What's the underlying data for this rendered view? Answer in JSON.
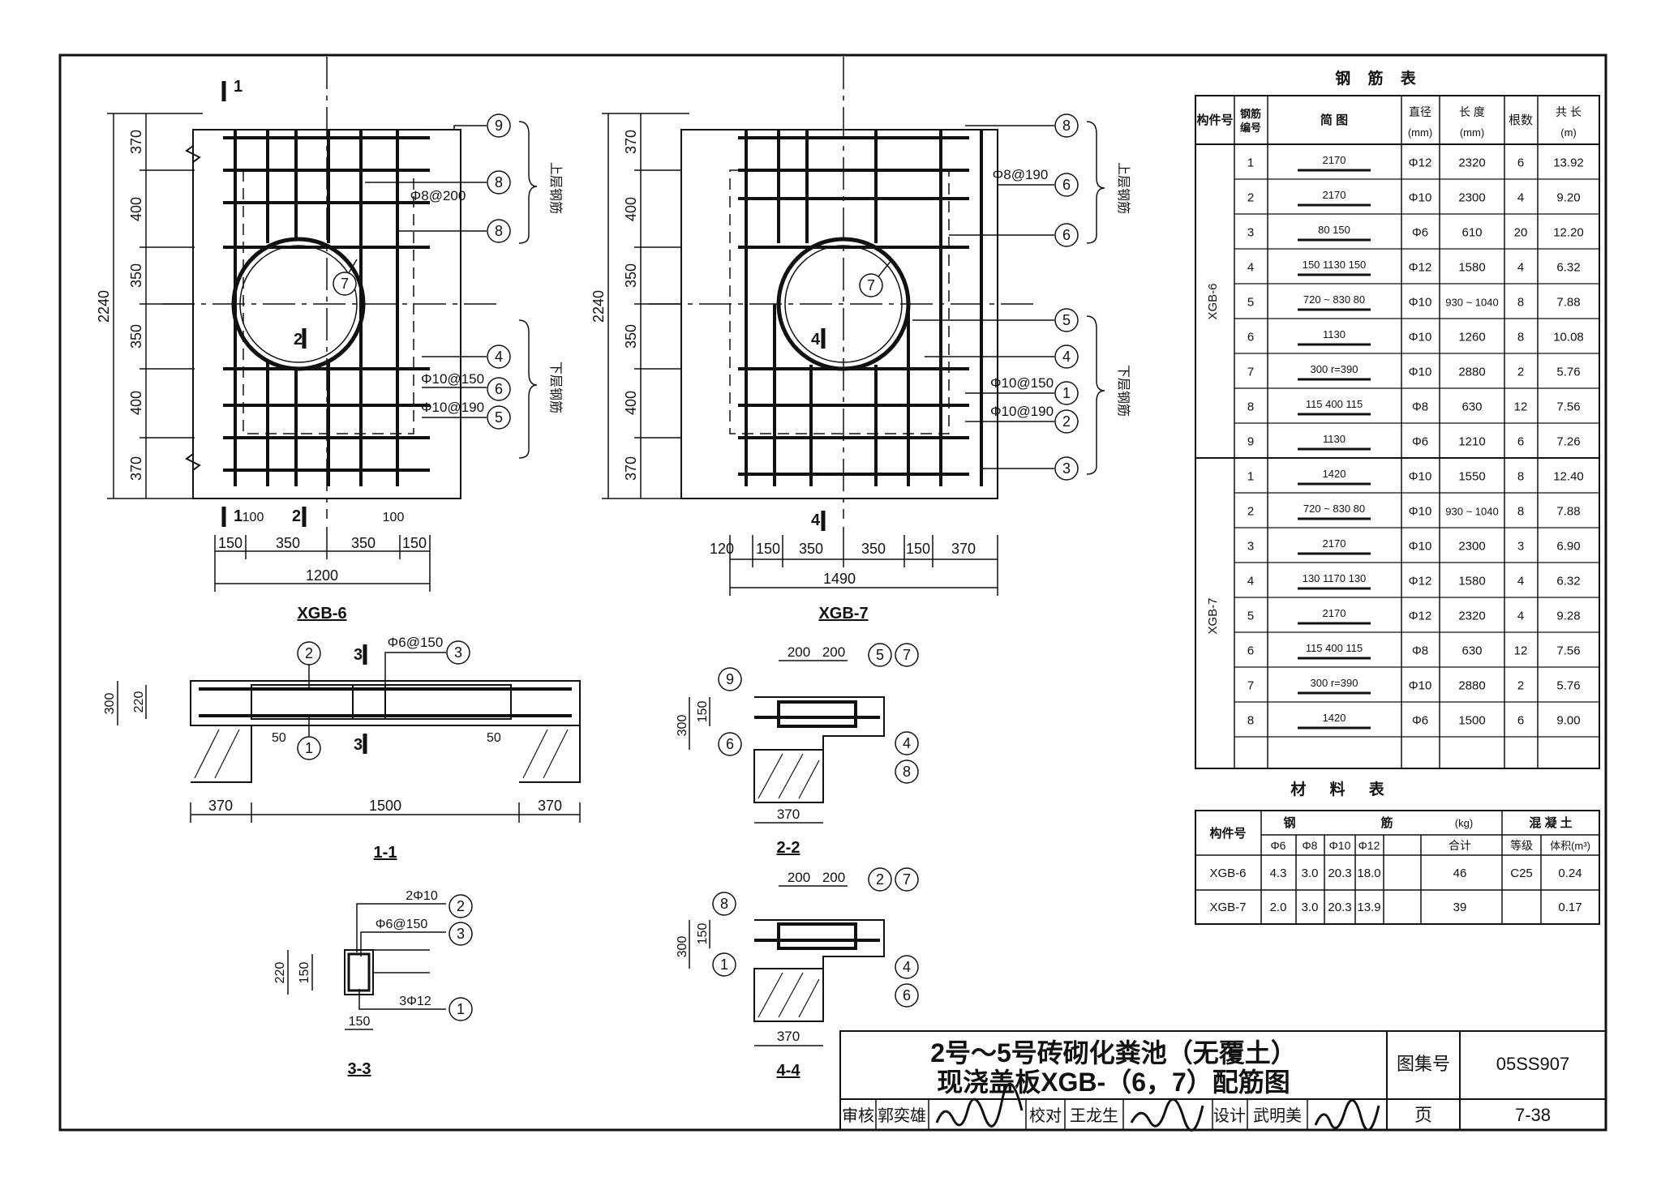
{
  "plan_xgb6": {
    "title": "XGB-6",
    "dims_left": [
      "370",
      "400",
      "350",
      "350",
      "400",
      "370"
    ],
    "total_height": "2240",
    "dims_bottom": [
      "150",
      "350",
      "350",
      "150"
    ],
    "dims_bottom_extra": [
      "100",
      "100"
    ],
    "total_width": "1200",
    "callouts": [
      "9",
      "8",
      "8",
      "7",
      "4",
      "6",
      "5"
    ],
    "spec_upper": "Φ8@200",
    "spec_lower1": "Φ10@150",
    "spec_lower2": "Φ10@190",
    "upper_label": "上层钢筋",
    "lower_label": "下层钢筋",
    "sec_marks": [
      "1",
      "1",
      "2",
      "2"
    ]
  },
  "plan_xgb7": {
    "title": "XGB-7",
    "dims_left": [
      "370",
      "400",
      "350",
      "350",
      "400",
      "370"
    ],
    "total_height": "2240",
    "dims_bottom": [
      "120",
      "150",
      "350",
      "350",
      "150",
      "370"
    ],
    "total_width": "1490",
    "callouts": [
      "8",
      "6",
      "6",
      "7",
      "5",
      "4",
      "1",
      "2",
      "3"
    ],
    "spec_upper": "Φ8@190",
    "spec_lower1": "Φ10@150",
    "spec_lower2": "Φ10@190",
    "upper_label": "上层钢筋",
    "lower_label": "下层钢筋",
    "sec_marks": [
      "4",
      "4"
    ]
  },
  "section_1_1": {
    "title": "1-1",
    "dims": [
      "300",
      "220",
      "50",
      "50"
    ],
    "bottom_dims": [
      "370",
      "1500",
      "370"
    ],
    "callouts": [
      "2",
      "1",
      "3"
    ],
    "spec": "Φ6@150",
    "mark": "3"
  },
  "section_2_2": {
    "title": "2-2",
    "top_dims": [
      "200",
      "200"
    ],
    "side_dims": [
      "300",
      "150"
    ],
    "bottom_dim": "370",
    "callouts": [
      "9",
      "6",
      "5",
      "7",
      "4",
      "8"
    ]
  },
  "section_3_3": {
    "title": "3-3",
    "top_spec": "2Φ10",
    "stirrup_spec": "Φ6@150",
    "bottom_spec": "3Φ12",
    "side_dims": [
      "220",
      "150"
    ],
    "bottom_dim": "150",
    "callouts": [
      "2",
      "3",
      "1"
    ]
  },
  "section_4_4": {
    "title": "4-4",
    "top_dims": [
      "200",
      "200"
    ],
    "side_dims": [
      "300",
      "150"
    ],
    "bottom_dim": "370",
    "callouts": [
      "8",
      "1",
      "2",
      "7",
      "4",
      "6"
    ]
  },
  "rebar_table": {
    "title": "钢 筋 表",
    "headers": [
      "构件号",
      "钢筋编号",
      "简 图",
      "直径(mm)",
      "长 度(mm)",
      "根数",
      "共 长(m)"
    ],
    "groups": [
      {
        "member": "XGB-6",
        "rows": [
          {
            "no": "1",
            "shape": "2170",
            "dia": "Φ12",
            "len": "2320",
            "count": "6",
            "total": "13.92"
          },
          {
            "no": "2",
            "shape": "2170",
            "dia": "Φ10",
            "len": "2300",
            "count": "4",
            "total": "9.20"
          },
          {
            "no": "3",
            "shape": "80 150",
            "dia": "Φ6",
            "len": "610",
            "count": "20",
            "total": "12.20"
          },
          {
            "no": "4",
            "shape": "150 1130 150",
            "dia": "Φ12",
            "len": "1580",
            "count": "4",
            "total": "6.32"
          },
          {
            "no": "5",
            "shape": "720 ~ 830 80",
            "dia": "Φ10",
            "len": "930 ~ 1040",
            "count": "8",
            "total": "7.88"
          },
          {
            "no": "6",
            "shape": "1130",
            "dia": "Φ10",
            "len": "1260",
            "count": "8",
            "total": "10.08"
          },
          {
            "no": "7",
            "shape": "300 r=390",
            "dia": "Φ10",
            "len": "2880",
            "count": "2",
            "total": "5.76"
          },
          {
            "no": "8",
            "shape": "115 400 115",
            "dia": "Φ8",
            "len": "630",
            "count": "12",
            "total": "7.56"
          },
          {
            "no": "9",
            "shape": "1130",
            "dia": "Φ6",
            "len": "1210",
            "count": "6",
            "total": "7.26"
          }
        ]
      },
      {
        "member": "XGB-7",
        "rows": [
          {
            "no": "1",
            "shape": "1420",
            "dia": "Φ10",
            "len": "1550",
            "count": "8",
            "total": "12.40"
          },
          {
            "no": "2",
            "shape": "720 ~ 830 80",
            "dia": "Φ10",
            "len": "930 ~ 1040",
            "count": "8",
            "total": "7.88"
          },
          {
            "no": "3",
            "shape": "2170",
            "dia": "Φ10",
            "len": "2300",
            "count": "3",
            "total": "6.90"
          },
          {
            "no": "4",
            "shape": "130 1170 130",
            "dia": "Φ12",
            "len": "1580",
            "count": "4",
            "total": "6.32"
          },
          {
            "no": "5",
            "shape": "2170",
            "dia": "Φ12",
            "len": "2320",
            "count": "4",
            "total": "9.28"
          },
          {
            "no": "6",
            "shape": "115 400 115",
            "dia": "Φ8",
            "len": "630",
            "count": "12",
            "total": "7.56"
          },
          {
            "no": "7",
            "shape": "300 r=390",
            "dia": "Φ10",
            "len": "2880",
            "count": "2",
            "total": "5.76"
          },
          {
            "no": "8",
            "shape": "1420",
            "dia": "Φ6",
            "len": "1500",
            "count": "6",
            "total": "9.00"
          }
        ]
      }
    ]
  },
  "material_table": {
    "title": "材 料 表",
    "headers": [
      "构件号",
      "钢",
      "筋",
      "(kg)",
      "混 凝 土"
    ],
    "subheaders": [
      "Φ6",
      "Φ8",
      "Φ10",
      "Φ12",
      "合计",
      "等级",
      "体积(m³)"
    ],
    "rows": [
      {
        "member": "XGB-6",
        "d6": "4.3",
        "d8": "3.0",
        "d10": "20.3",
        "d12": "18.0",
        "sum": "46",
        "grade": "C25",
        "vol": "0.24"
      },
      {
        "member": "XGB-7",
        "d6": "2.0",
        "d8": "3.0",
        "d10": "20.3",
        "d12": "13.9",
        "sum": "39",
        "grade": "",
        "vol": "0.17"
      }
    ]
  },
  "title_block": {
    "line1": "2号～5号砖砌化粪池（无覆土）",
    "line2": "现浇盖板XGB-（6，7）配筋图",
    "atlas_label": "图集号",
    "atlas_no": "05SS907",
    "page_label": "页",
    "page_no": "7-38",
    "review_label": "审核",
    "reviewer": "郭奕雄",
    "check_label": "校对",
    "checker": "王龙生",
    "design_label": "设计",
    "designer": "武明美"
  }
}
